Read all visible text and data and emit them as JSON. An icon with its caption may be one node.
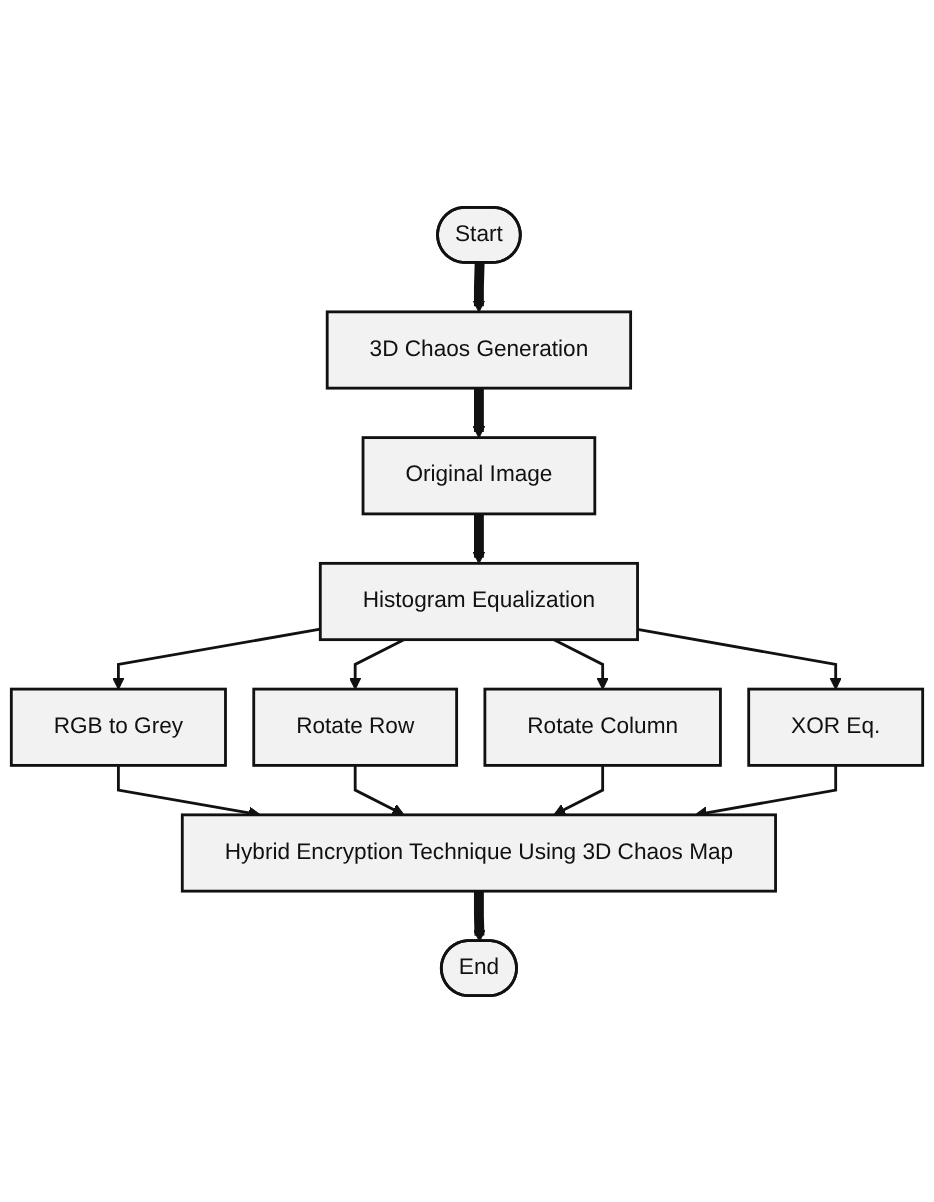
{
  "diagram": {
    "nodes": [
      {
        "text": [
          "Start"
        ]
      },
      {
        "text": [
          "3D Chaos Generation"
        ]
      },
      {
        "text": [
          "Original Image"
        ]
      },
      {
        "text": [
          "Histogram Equalization"
        ]
      },
      {
        "text": [
          "RGB to Grey"
        ]
      },
      {
        "text": [
          "Rotate Row"
        ]
      },
      {
        "text": [
          "Rotate Column"
        ]
      },
      {
        "text": [
          "XOR Eq."
        ]
      },
      {
        "text": [
          "Hybrid Encryption Technique Using 3D Chaos Map"
        ]
      },
      {
        "text": [
          "End"
        ]
      }
    ],
    "edges": [
      {
        "from": 0,
        "to": 1,
        "arrow": "to",
        "style": "thick"
      },
      {
        "from": 1,
        "to": 2,
        "arrow": "to",
        "style": "thick"
      },
      {
        "from": 2,
        "to": 3,
        "arrow": "to",
        "style": "thick"
      },
      {
        "from": 3,
        "to": 4,
        "arrow": "to"
      },
      {
        "from": 3,
        "to": 5,
        "arrow": "to"
      },
      {
        "from": 3,
        "to": 6,
        "arrow": "to"
      },
      {
        "from": 3,
        "to": 7,
        "arrow": "to"
      },
      {
        "from": 4,
        "to": 8,
        "arrow": "to"
      },
      {
        "from": 5,
        "to": 8,
        "arrow": "to"
      },
      {
        "from": 6,
        "to": 8,
        "arrow": "to"
      },
      {
        "from": 7,
        "to": 8,
        "arrow": "to"
      },
      {
        "from": 8,
        "to": 9,
        "arrow": "to",
        "style": "thick"
      }
    ]
  }
}
